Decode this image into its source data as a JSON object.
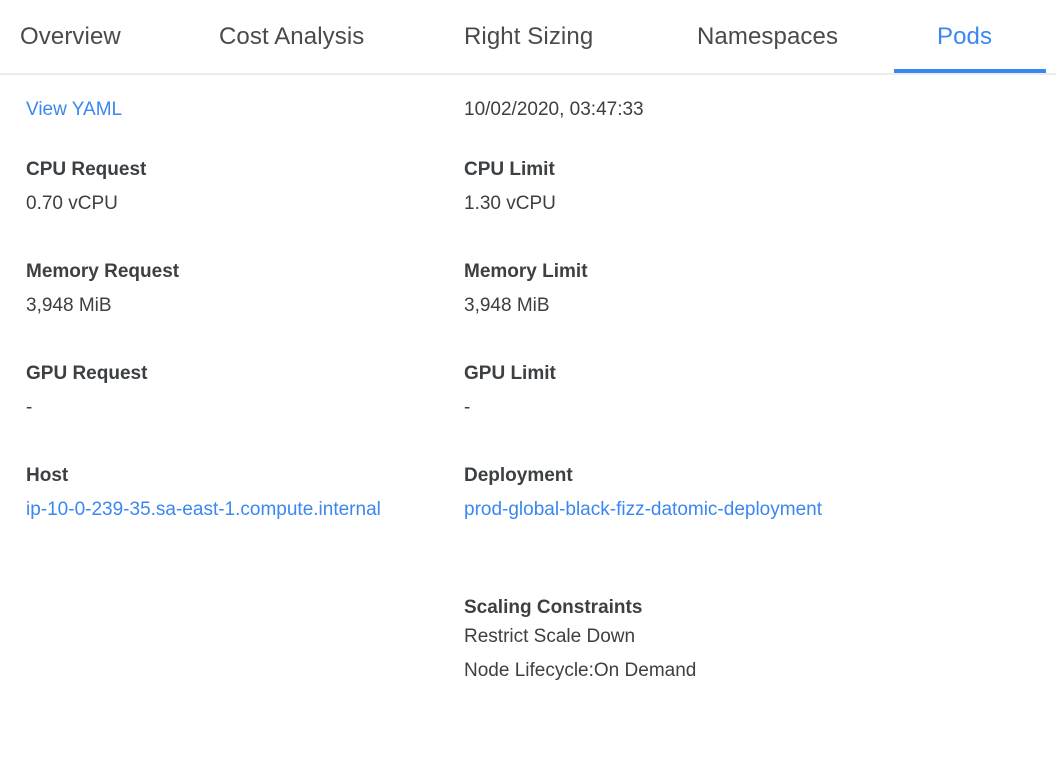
{
  "colors": {
    "accent": "#3b87f0",
    "text": "#3c4043",
    "tab_inactive": "#4a4a4a",
    "rule": "#ececec"
  },
  "tabs": [
    {
      "label": "Overview",
      "active": false
    },
    {
      "label": "Cost Analysis",
      "active": false
    },
    {
      "label": "Right Sizing",
      "active": false
    },
    {
      "label": "Namespaces",
      "active": false
    },
    {
      "label": "Pods",
      "active": true
    }
  ],
  "left_column": {
    "view_yaml_link": "View YAML",
    "fields": [
      {
        "label": "CPU Request",
        "value": "0.70 vCPU"
      },
      {
        "label": "Memory Request",
        "value": "3,948 MiB"
      },
      {
        "label": "GPU Request",
        "value": "-"
      },
      {
        "label": "Host",
        "value": "ip-10-0-239-35.sa-east-1.compute.internal"
      }
    ]
  },
  "right_column": {
    "timestamp": "10/02/2020, 03:47:33",
    "fields": [
      {
        "label": "CPU Limit",
        "value": "1.30 vCPU"
      },
      {
        "label": "Memory Limit",
        "value": "3,948 MiB"
      },
      {
        "label": "GPU Limit",
        "value": "-"
      },
      {
        "label": "Deployment",
        "value": "prod-global-black-fizz-datomic-deployment"
      }
    ],
    "scaling_constraints": {
      "label": "Scaling Constraints",
      "items": [
        "Restrict Scale Down",
        "Node Lifecycle:On Demand"
      ]
    }
  }
}
